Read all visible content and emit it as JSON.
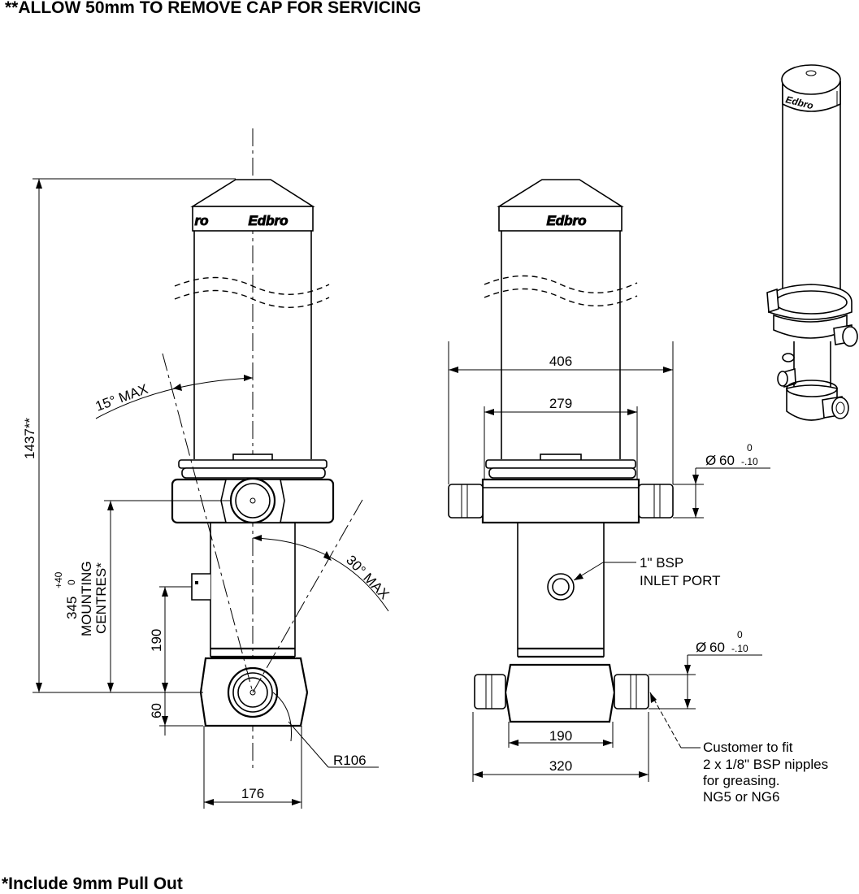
{
  "notes": {
    "top": "**ALLOW 50mm TO REMOVE CAP FOR SERVICING",
    "bottom": "*Include 9mm Pull Out"
  },
  "brand": "Edbro",
  "brand_partial": "ro",
  "dimensions": {
    "overall_height": "1437**",
    "mounting_centres_tol_upper": "+40",
    "mounting_centres_tol_lower": "0",
    "mounting_centres_value": "345",
    "mounting_centres_label_1": "MOUNTING",
    "mounting_centres_label_2": "CENTRES*",
    "base_to_port": "190",
    "base_height": "60",
    "base_width": "176",
    "radius": "R106",
    "upper_angle": "15° MAX",
    "lower_angle": "30° MAX",
    "top_width_outer": "406",
    "top_width_inner": "279",
    "bottom_width_inner": "190",
    "bottom_width_outer": "320",
    "top_pin_dia_symbol": "Ø",
    "top_pin_dia": "60",
    "top_pin_tol_upper": "0",
    "top_pin_tol_lower": "-.10",
    "bottom_pin_dia_symbol": "Ø",
    "bottom_pin_dia": "60",
    "bottom_pin_tol_upper": "0",
    "bottom_pin_tol_lower": "-.10"
  },
  "callouts": {
    "inlet_port_line1": "1\" BSP",
    "inlet_port_line2": "INLET PORT",
    "grease_line1": "Customer to fit",
    "grease_line2": "2 x 1/8\" BSP nipples",
    "grease_line3": "for greasing.",
    "grease_line4": "NG5 or NG6"
  }
}
